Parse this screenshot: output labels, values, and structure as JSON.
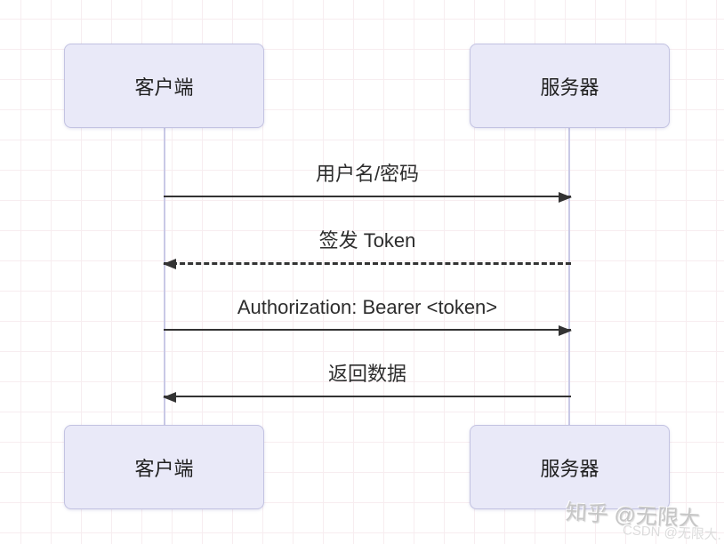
{
  "diagram": {
    "type": "sequence-diagram",
    "actors": {
      "client_top": "客户端",
      "server_top": "服务器",
      "client_bottom": "客户端",
      "server_bottom": "服务器"
    },
    "messages": [
      {
        "label": "用户名/密码",
        "from": "client",
        "to": "server",
        "line": "solid"
      },
      {
        "label": "签发 Token",
        "from": "server",
        "to": "client",
        "line": "dashed"
      },
      {
        "label": "Authorization: Bearer <token>",
        "from": "client",
        "to": "server",
        "line": "solid"
      },
      {
        "label": "返回数据",
        "from": "server",
        "to": "client",
        "line": "solid"
      }
    ]
  },
  "watermarks": {
    "zhihu": "知乎 @无限大",
    "csdn": "CSDN @无限大."
  },
  "colors": {
    "background": "#ffffff",
    "grid_line": "#f7edf0",
    "actor_fill": "#e9e9f8",
    "actor_border": "#c3c3e2",
    "lifeline": "#c9c9e6",
    "arrow": "#333333",
    "text": "#1f1f1f",
    "watermark_primary": "#c6c6c6",
    "watermark_secondary": "#dcdcdc"
  }
}
